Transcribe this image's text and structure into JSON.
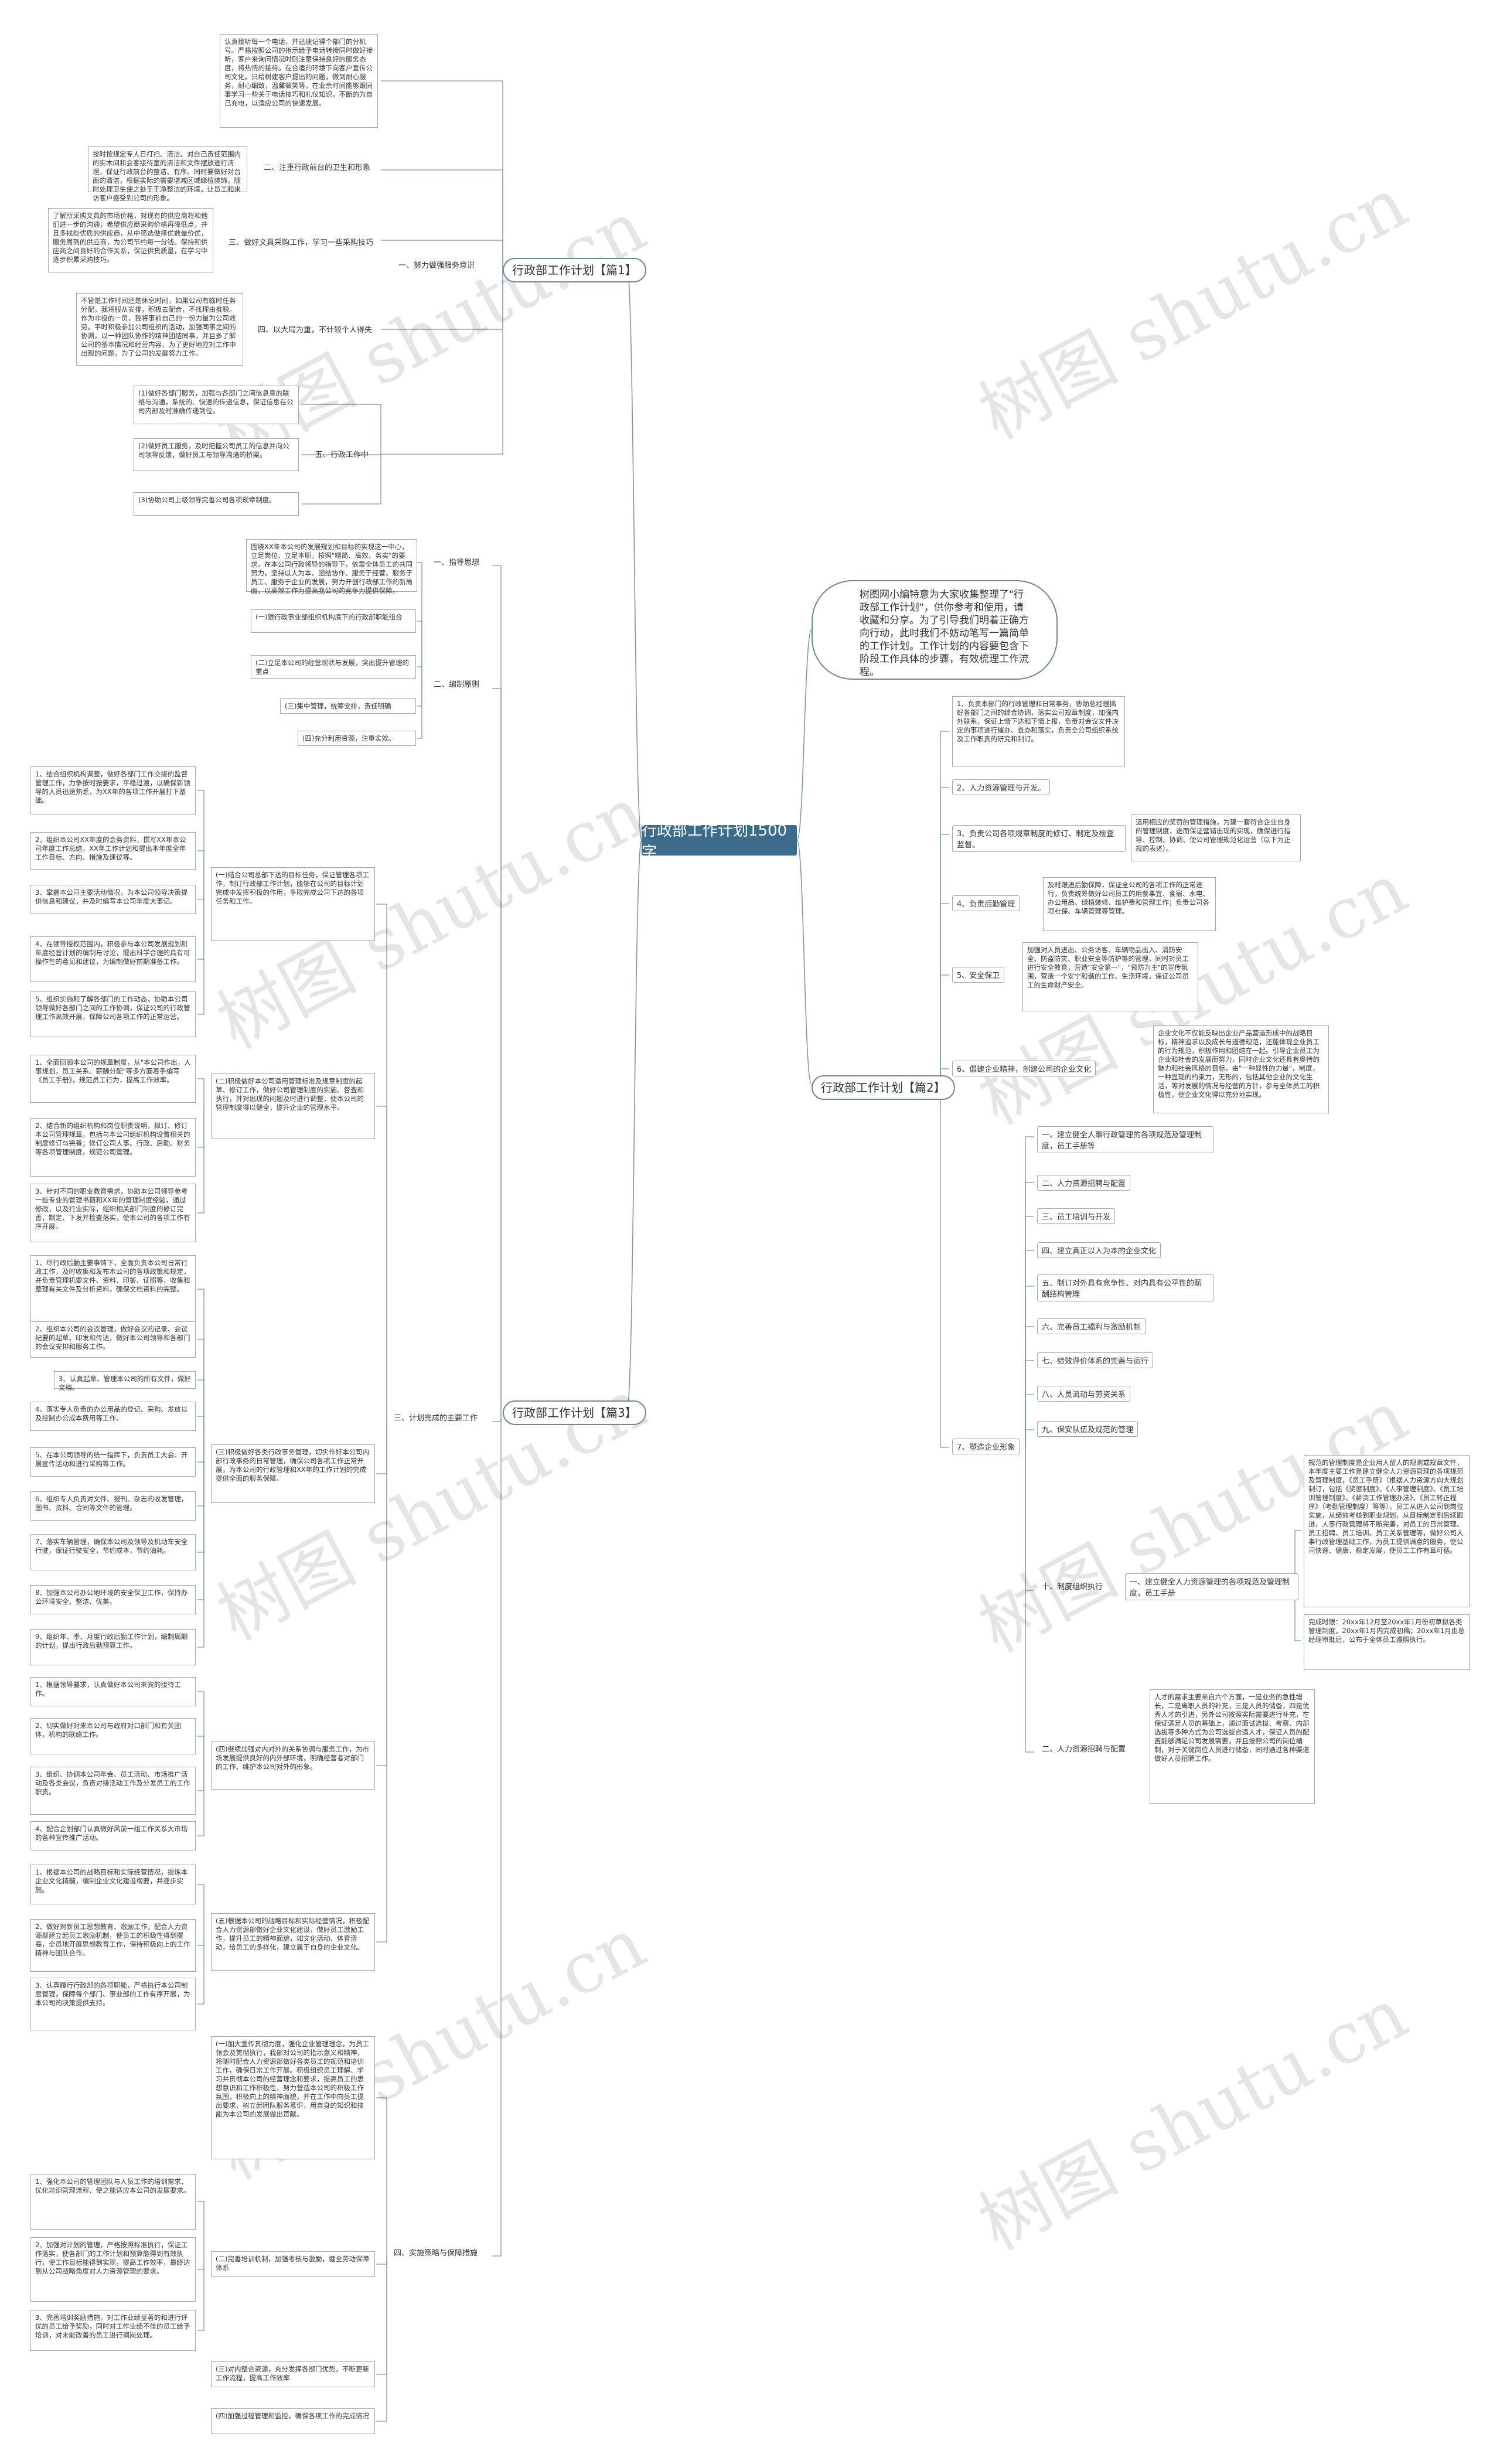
{
  "watermark": "树图 shutu.cn",
  "root": "行政部工作计划1500字",
  "intro": "树图网小编特意为大家收集整理了\"行政部工作计划\"，供你参考和使用，请收藏和分享。为了引导我们明着正确方向行动，此时我们不妨动笔写一篇简单的工作计划。工作计划的内容要包含下阶段工作具体的步骤，有效梳理工作流程。",
  "p1": {
    "title": "行政部工作计划【篇1】",
    "b1": {
      "label": "一、努力做强服务意识",
      "text": "认真接听每一个电话，并迅速记得个部门的分机号。严格按照公司的指示给予电话转接同时做好接听，客户来询问情况时则注意保持良好的服务态度，将热情的接待。在合适的环境下向客户宣传公司文化。只给树建客户提出的问题，做到耐心服务，耐心细致，温馨微笑等，在业余时间能够跟同事学习一些关于电话技巧和礼仪知识，不断的为自己充电，以适应公司的快速发展。"
    },
    "b2": {
      "label": "二、注重行政前台的卫生和形象",
      "text": "按时按规定专人日打扫、清洁。对自己责任范围内的实木间和会客接待室的清洁和文件摆放进行清理，保证行政前台的整洁、有序。同时要做好对台面的清洁，根据实际的需要增减区域绿植装饰，随时处理卫生使之处于干净整洁的环境，让员工和来访客户感受到公司的形象。"
    },
    "b3": {
      "label": "三、做好文具采购工作，学习一些采购技巧",
      "text": "了解所采购文具的市场价格，对现有的供应商将和他们进一步的沟通，希望供应商采购价格再降低点，并且多找些优质的供应商，从中筛选做择优数量价优，服务周到的供应商，为公司节约每一分钱。保持和供应商之间良好的合作关系，保证供货质量，在学习中逐步积累采购技巧。"
    },
    "b4": {
      "label": "四、以大局为重，不计较个人得失",
      "text": "不管是工作时间还是休息时间，如果公司有临时任务分配，我将服从安排，积极去配合，不找理由推脱。作为非役的一员，我将事前自己的一份力量为公司效劳。平时积极参加公司组织的活动，加强同事之间的协调，以一种团队协作的精神团结同事，并且多了解公司的基本情况和经营内容，为了更好地应对工作中出现的问题，为了公司的发展努力工作。"
    },
    "b5": {
      "label": "五、行政工作中",
      "items": [
        "(1)做好各部门服务，加强与各部门之间信息息的联络与沟通，系统的、快速的传递信息，保证信息在公司内部及时准确传递到位。",
        "(2)做好员工服务，及时把握公司员工的信息并向公司领导反馈，做好员工与领导沟通的桥梁。",
        "(3)协助公司上级领导完善公司各项规章制度。"
      ]
    }
  },
  "p2": {
    "title": "行政部工作计划【篇2】",
    "i1": "1、负责本部门的行政管理和日常事务，协助总经理搞好各部门之间的综合协调，落实公司规章制度，加强内外联系，保证上情下达和下情上报，负责对会议文件决定的事项进行催办、查办和落实，负责全公司组织系统及工作职责的研究和制订。",
    "i2": "2、人力资源管理与开发。",
    "i3": {
      "label": "3、负责公司各项规章制度的修订、制定及检查监督。",
      "sub": "运用相应的奖罚的管理措施，为建一套符合企业自身的管理制度，进而保证营销出现的实现，确保进行指导、控制、协调、使公司管理规范化运营（以下为正规的表述）。"
    },
    "i4": {
      "label": "4、负责后勤管理",
      "sub": "及时跟进后勤保障，保证全公司的各项工作的正常进行，负责统筹做好公司员工的用餐事宜、食宿、水电、办公用品、绿植装修、维护费和管理工作；负责公司各项社保、车辆管理等管理。"
    },
    "i5": {
      "label": "5、安全保卫",
      "sub": "加强对人员进出、公务访客、车辆物品出入、消防安全、防盗防灾、职业安全等防护等的管理，同时对员工进行安全教育，营造\"安全第一\"，\"预防为主\"的宣传氛围，营造一个安宁和谐的工作、生活环境，保证公司员工的生命财产安全。"
    },
    "i6": {
      "label": "6、倡建企业精神，创建公司的企业文化",
      "sub": "企业文化不仅能反映出企业产品营造形成中的战略目标，精神追求以及成长与道德规范，还能体现企业员工的行为规范，积极作用和团结在一起。引导企业员工为企业和社会的发展而努力，同时企业文化还具有奥特的魅力和社会风格的目标，由\"一种显性的力量\"，制度，一种显现的约束力，无形的，包括其他企业的文化生活，等对发展的情况与经营的方针，参与全体员工的积极性，使企业文化得以充分地实现。"
    },
    "i7": {
      "label": "7、塑造企业形象",
      "items": [
        "一、建立健全人事行政管理的各项规范及管理制度，员工手册等",
        "二、人力资源招聘与配置",
        "三、员工培训与开发",
        "四、建立真正以人为本的企业文化",
        "五、制订对外具有竞争性、对内具有公平性的薪酬结构管理",
        "六、完善员工福利与激励机制",
        "七、绩效评价体系的完善与运行",
        "八、人员流动与劳资关系",
        "九、保安队伍及规范的管理"
      ],
      "ten": {
        "label": "十、制度组织执行",
        "sub": "一、建立健全人力资源管理的各项规范及管理制度，员工手册",
        "t1": "规范的管理制度是企业用人留人的规则或规章文件，本年度主要工作是建立健全人力资源管理的各项规范及管理制度，《员工手册》（根据人力资源方向大规划制订，包括《奖惩制度》、《人事管理制度》、《员工培训管理制度》、《薪资工作管理办法》、《员工转正程序》（考勤管理制度）等等），员工从进入公司到岗位实施，从绩效考核到职业规划，从目标制定到后续跟进，人事行政管理将不断完善，对员工的日常管理、员工招聘、员工培训、员工关系管理等，做好公司人事行政管理基础工作，为员工提供满意的服务，使公司快速、健康、稳定发展，使员工工作有章可循。",
        "t2": "完成时限：20xx年12月至20xx年1月份初草拟各类管理制度，20xx年1月内完成初稿；20xx年1月由总经理审批后，公布于全体员工遵照执行。"
      },
      "hr": {
        "label": "二、人力资源招聘与配置",
        "text": "人才的需求主要来自六个方面，一是业务的急性增长，二是离职人员的补充，三是人员的储备，四是优秀人才的引进，另外公司按照实际需要进行补充，在保证满足人员的基础上，通过面试选拔、考察、内部选拔等多种方式为公司选拔合适人才，保证人员的配置能够满足公司发展需要，并且按照公司的岗位编制，对于关键岗位人员进行储备，同时通过各种渠道做好人员招聘工作。"
      }
    }
  },
  "p3": {
    "title": "行政部工作计划【篇3】",
    "s1": {
      "label": "一、指导思想",
      "text": "围绕XX年本公司的发展规划和目标的实现这一中心，立足岗位、立足本职，按照\"精简、高效、务实\"的要求，在本公司行政领导的指导下，依靠全体员工的共同努力，坚持以人为本、团结协作、服务于经营、服务于员工、服务于企业的发展，努力开创行政部工作的新局面，以高效工作为提高我公司的竞争力提供保障。"
    },
    "s2": {
      "label": "二、编制原则",
      "items": [
        "(一)跟行政事业部组织机构底下的行政部职能组合",
        "(二)立足本公司的经营现状与发展，突出提升管理的重点",
        "(三)集中管理，统筹安排，责任明确",
        "(四)充分利用资源，注重实效。"
      ]
    },
    "s3": {
      "label": "三、计划完成的主要工作",
      "g1": {
        "label": "(一)结合公司总部下达的目标任务，保证管理各项工作，制订行政部工作计划，能够在公司的目标计划完成中发挥积极的作用，争取完成公司下达的各项任务和工作。",
        "items": [
          "1、结合组织机构调整，做好各部门工作交接的监督管理工作，力争按时按要求，平稳过渡，以确保新领导的人员迅速熟悉，为XX年的各项工作开展打下基础。",
          "2、组织本公司XX年度的会务资料，撰写XX年本公司年度工作总结，XX年工作计划和提出本年度全年工作目标、方向、措施及建议等。",
          "3、掌握本公司主要活动情况，为本公司领导决策提供信息和建议，并及时编写本公司年度大事记。",
          "4、在领导授权范围内，积极参与本公司发展规划和年度经营计划的编制与讨论，提出科学合理的具有可操作性的意见和建议，为编制做好前期准备工作。",
          "5、组织实施和了解各部门的工作动态，协助本公司领导做好各部门之间的工作协调，保证公司的行政管理工作高效开展，保障公司各项工作的正常运营。"
        ]
      },
      "g2": {
        "label": "(二)积极做好本公司适用管理标准及规章制度的起草、修订工作，做好公司管理制度的实施、督查和执行，并对出现的问题及时进行调整，使本公司的管理制度得以健全，提升企业的管理水平。",
        "items": [
          "1、全面回顾本公司的规章制度，从\"本公司作出，人事规划，员工关系、薪酬分配\"等多方面着手编写《员工手册》，规范员工行为，提高工作效率。",
          "2、结合新的组织机构和岗位职责说明，拟订、修订本公司管理规章，包括与本公司组织机构设置相关的制度修订与完善；修订公司人事、行政、后勤、财务等各项管理制度，规范公司管理。",
          "3、针对不同的职业教育需求，协助本公司领导参考一些专业的管理书籍和XX年的管理制度经验，通过修改，以及行业实际，组织相关部门制度的修订完善，制定、下发并检查落实，使本公司的各项工作有序开展。"
        ]
      },
      "g3": {
        "label": "(三)积极做好各类行政事务管理，切实作好本公司内部行政事务的日常管理，确保公司各项工作正常开展，为本公司的行政管理和XX年的工作计划的完成提供全面的服务保障。",
        "items": [
          "1、尽行政后勤主要事情下，全面负责本公司日常行政工作，及时收集和发布本公司的各项政策和规定，并负责管理机要文件、资料、印鉴、证照等，收集和整理有关文件及分析资料，确保文档资料的完整。",
          "2、组织本公司的会议管理，做好会议的记录、会议纪要的起草、印发和传达，做好本公司领导和各部门的会议安排和服务工作。",
          "3、认真起草、管理本公司的所有文件，做好文档。",
          "4、落实专人负责的办公用品的登记、采购、发放以及控制办公成本费用等工作。",
          "5、在本公司领导的统一指挥下，负责员工大会、开展宣传活动和进行采购等工作。",
          "6、组织专人负责对文件、报刊、杂志的收发管理，图书、资料、合同等文件的管理。",
          "7、落实车辆管理，确保本公司及领导及机动车安全行驶，保证行驶安全，节约成本，节约油耗。",
          "8、加强本公司办公地环境的安全保卫工作，保持办公环境安全、整洁、优美。",
          "9、组织年、季、月度行政后勤工作计划，编制周期的计划，提出行政后勤预算工作。"
        ]
      },
      "g4": {
        "label": "(四)继续加强对内对外的关系协调与服务工作，为市场发展提供良好的内外部环境，明确经营者对部门的工作、维护本公司对外的形象。",
        "items": [
          "1、根据领导要求，认真做好本公司来宾的接待工作。",
          "2、切实做好对来本公司与政府对口部门和有关团体，机构的联络工作。",
          "3、组织、协调本公司年会、员工活动、市场推广活动及各类会议，负责对接活动工作及分发员工的工作职责。",
          "4、配合企划部门认真做好风前一组工作关系大市场的各种宣传推广活动。"
        ]
      },
      "g5": {
        "label": "(五)根据本公司的战略目标和实际经营情况，积极配合人力资源部做好企业文化建设，做好员工激励工作，提升员工的精神面貌，如文化活动、体育活动，给员工的多样化，建立属于自身的企业文化。",
        "items": [
          "1、根据本公司的战略目标和实际经营情况，提炼本企业文化精髓，编制企业文化建设纲要，并逐步实施。",
          "2、做好对新员工思想教育、激励工作，配合人力资源部建立起员工激励机制，使员工的积极性得到提高，全员地开展思想教育工作，保持积极向上的工作精神与团队合作。",
          "3、认真履行行政部的各项职能，严格执行本公司制度管理，保障每个部门、事业部的工作有序开展，为本公司的决策提供支持。"
        ]
      }
    },
    "s4": {
      "label": "四、实施策略与保障措施",
      "h1": {
        "label": "(一)加大宣传贯彻力度，强化企业管理理念，为员工领会及贯彻执行，我部对公司的指示意义和精神，将随时配合人力资源部做好各类员工的规范和培训工作，确保日常工作开展。积极组织员工理解、学习并贯彻本公司的经营理念和要求，提高员工的思想意识和工作积极性，努力营造本公司的积极工作氛围，积极向上的精神面貌，并在工作中向员工提出要求，树立起团队服务意识，用自身的知识和技能为本公司的发展做出贡献。"
      },
      "h2": {
        "label": "(二)完善培训机制，加强考核与激励，健全劳动保障体系",
        "items": [
          "1、强化本公司的管理团队与人员工作的培训需求、优化培训管理流程、使之能适应本公司的发展要求。",
          "2、加强对计划的管理，严格按照标准执行，保证工作落实，使各部门的工作计划和预算能得到有效执行，使工作目标能得到实现，提高工作效率，最终达到从公司战略角度对人力资源管理的要求。",
          "3、完善培训奖励措施，对工作业绩显著的和进行评优的员工给予奖励，同时对工作业绩不佳的员工给予培训，对未能改善的员工进行调岗处理。"
        ]
      },
      "h3": "(三)对内整合资源，充分发挥各部门优势，不断更新工作流程，提高工作效率",
      "h4": "(四)加强过程管理和监控，确保各项工作的完成情况"
    }
  }
}
